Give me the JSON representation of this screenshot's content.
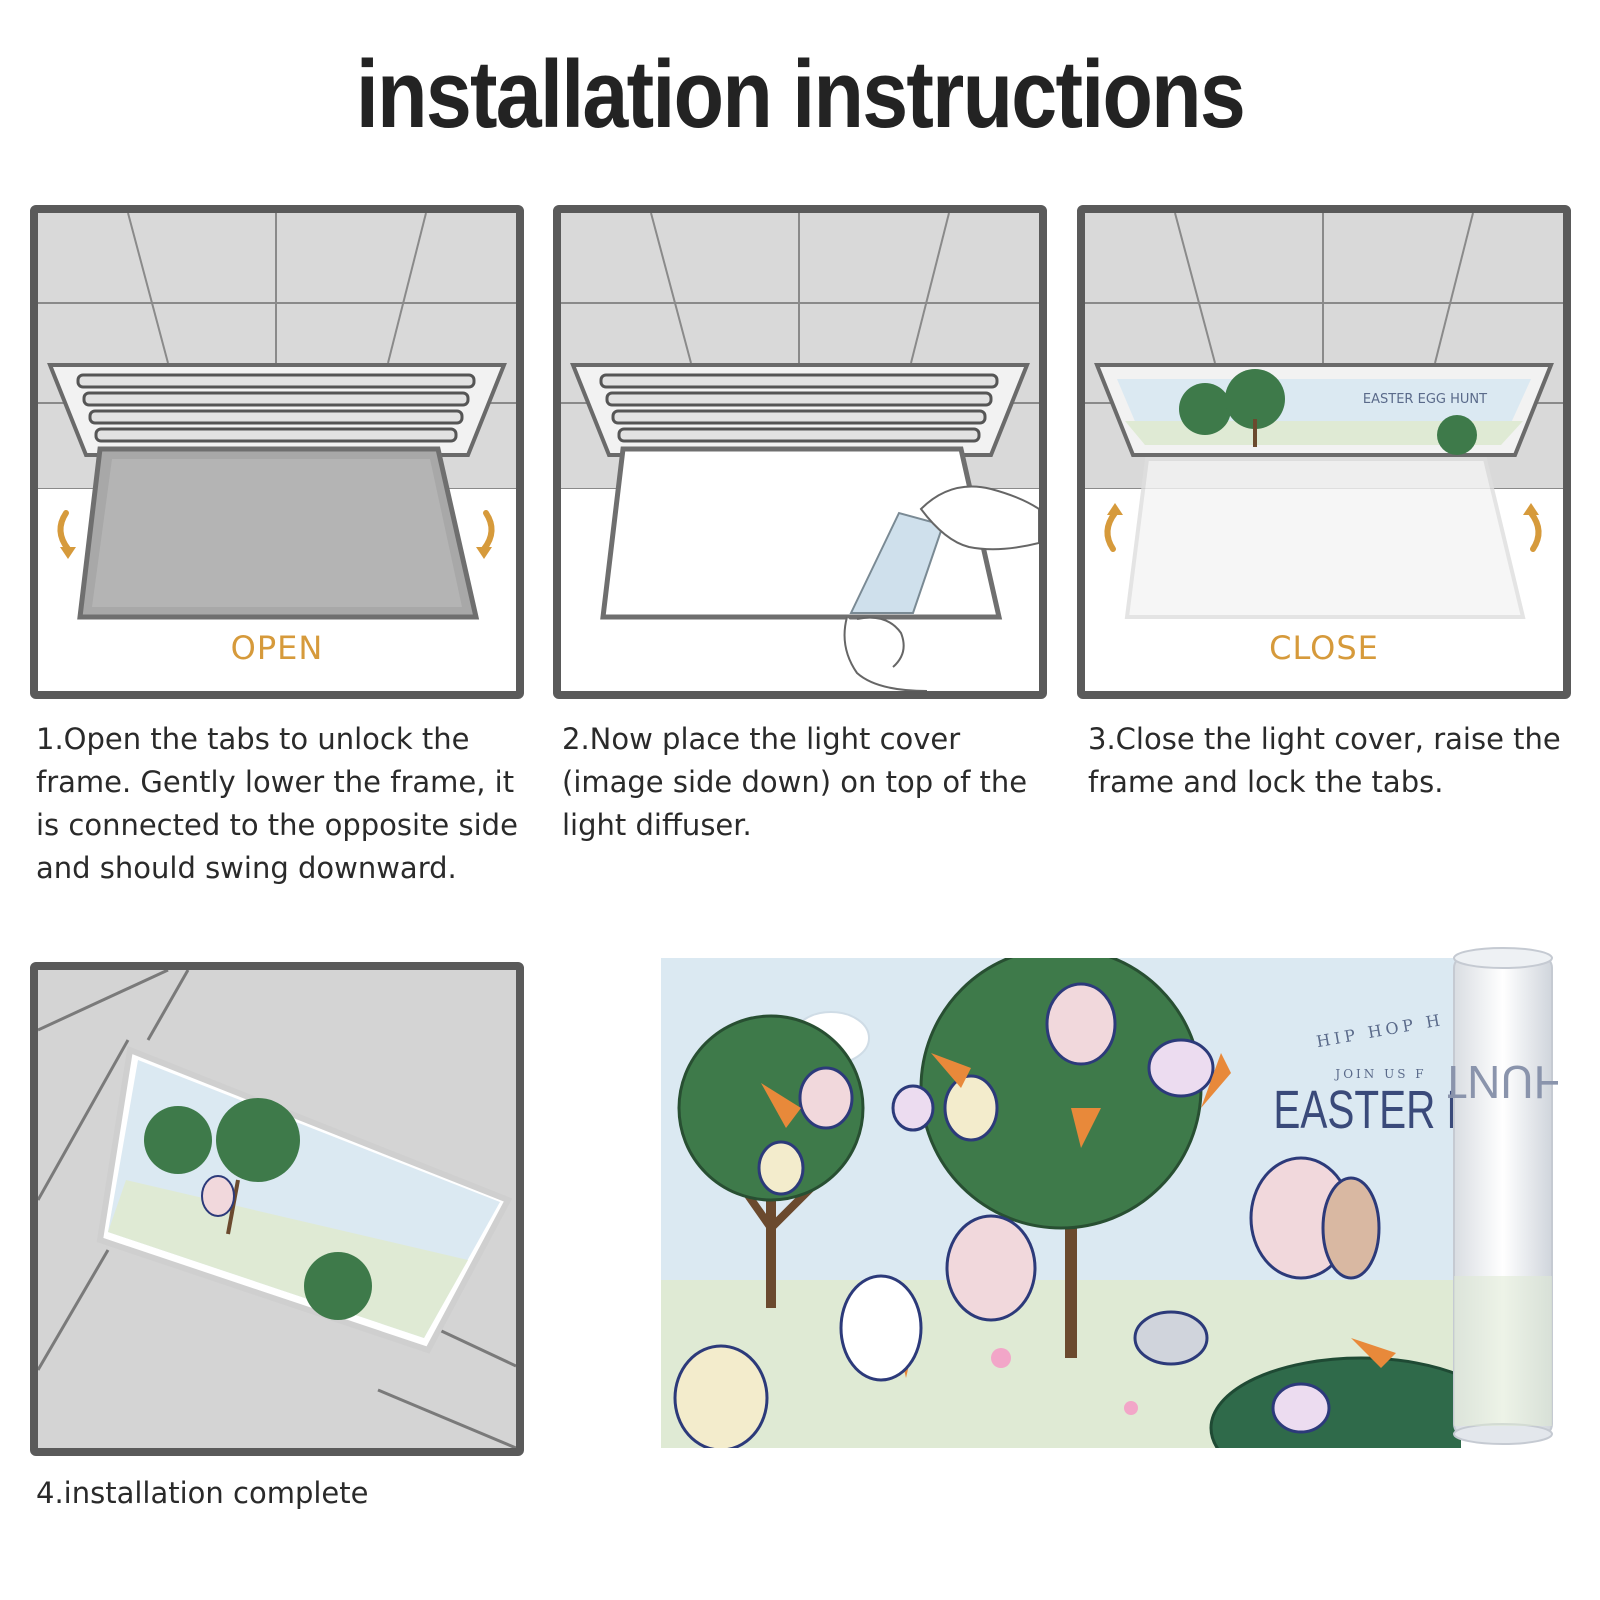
{
  "page": {
    "title": "installation instructions"
  },
  "steps": [
    {
      "caption": "1.Open the tabs to unlock the frame. Gently lower the frame, it is connected to the opposite side and should swing downward.",
      "label": "OPEN"
    },
    {
      "caption": "2.Now place the light cover (image side down) on top of the light diffuser."
    },
    {
      "caption": "3.Close the light cover, raise the frame and lock the tabs.",
      "label": "CLOSE"
    },
    {
      "caption": "4.installation complete"
    }
  ],
  "artwork": {
    "line1": "HIP HOP H",
    "line2": "JOIN US F",
    "line3": "EASTER E",
    "roll_text": "HUNT",
    "mini_title": "EASTER EGG HUNT"
  },
  "colors": {
    "frame": "#5a5a5a",
    "ceiling": "#d6d6d6",
    "accent": "#d69a3b",
    "sky": "#dbe9f2",
    "grass": "#dfead4",
    "tree": "#3e7a4a"
  }
}
